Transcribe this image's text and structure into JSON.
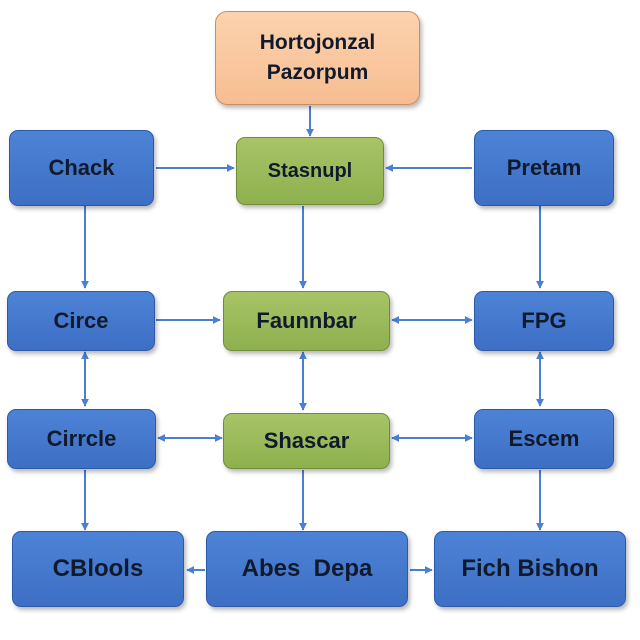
{
  "nodes": {
    "top": {
      "line1": "Hortojonzal",
      "line2": "Pazorpum"
    },
    "r1_left": "Chack",
    "r1_center": "Stasnupl",
    "r1_right": "Pretam",
    "r2_left": "Circe",
    "r2_center": "Faunnbar",
    "r2_right": "FPG",
    "r3_left": "Cirrcle",
    "r3_center": "Shascar",
    "r3_right": "Escem",
    "r4_left": "CBlools",
    "r4_center": "Abes  Depa",
    "r4_right": "Fich Bishon"
  },
  "colors": {
    "blue_box": "#4a7fd4",
    "green_box": "#9cbb5c",
    "orange_box": "#f9c7a0",
    "arrow": "#4a7fd4"
  }
}
